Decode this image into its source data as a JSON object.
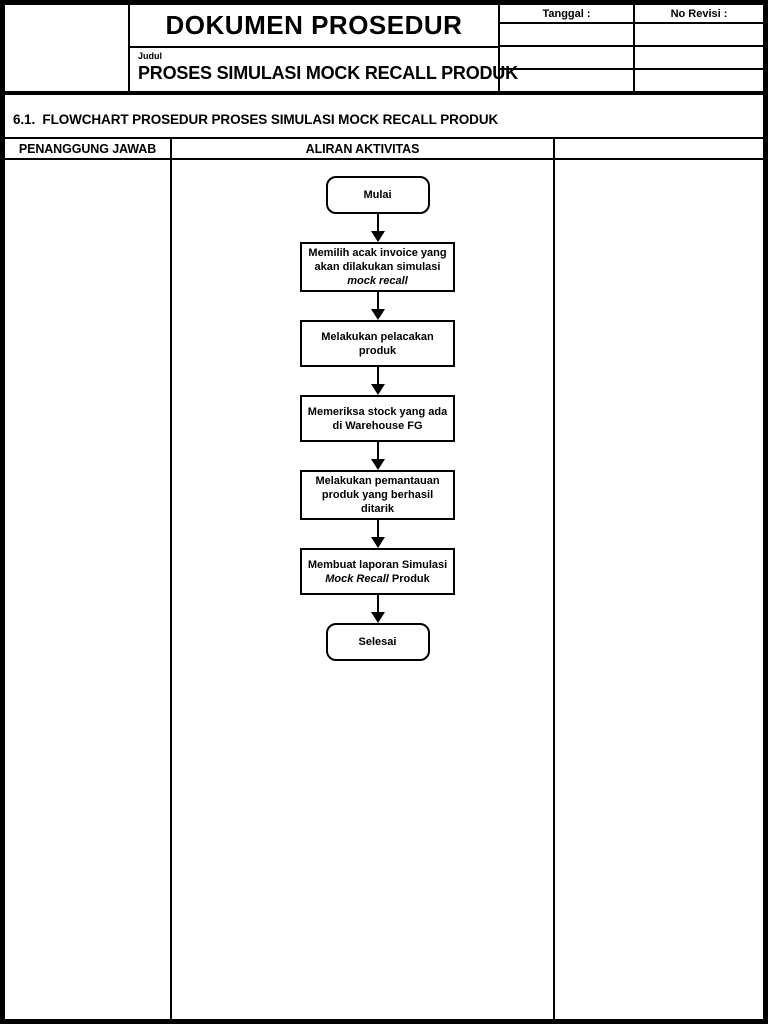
{
  "document": {
    "title": "DOKUMEN PROSEDUR",
    "judul_label": "Judul",
    "judul_value": "PROSES SIMULASI MOCK RECALL PRODUK",
    "tanggal_label": "Tanggal :",
    "no_revisi_label": "No Revisi :",
    "revision_rows": 3
  },
  "section": {
    "heading": "6.1.  FLOWCHART PROSEDUR PROSES SIMULASI MOCK RECALL PRODUK"
  },
  "table": {
    "columns": [
      {
        "header": "PENANGGUNG JAWAB"
      },
      {
        "header": "ALIRAN AKTIVITAS"
      },
      {
        "header": ""
      }
    ]
  },
  "flowchart": {
    "nodes": [
      {
        "shape": "terminator",
        "lines": [
          [
            {
              "text": "Mulai",
              "italic": false
            }
          ]
        ]
      },
      {
        "shape": "process",
        "lines": [
          [
            {
              "text": "Memilih acak invoice yang",
              "italic": false
            }
          ],
          [
            {
              "text": "akan dilakukan simulasi",
              "italic": false
            }
          ],
          [
            {
              "text": "mock recall",
              "italic": true
            }
          ]
        ]
      },
      {
        "shape": "process",
        "lines": [
          [
            {
              "text": "Melakukan pelacakan",
              "italic": false
            }
          ],
          [
            {
              "text": "produk",
              "italic": false
            }
          ]
        ]
      },
      {
        "shape": "process",
        "lines": [
          [
            {
              "text": "Memeriksa stock yang ada",
              "italic": false
            }
          ],
          [
            {
              "text": "di Warehouse FG",
              "italic": false
            }
          ]
        ]
      },
      {
        "shape": "process",
        "lines": [
          [
            {
              "text": "Melakukan pemantauan",
              "italic": false
            }
          ],
          [
            {
              "text": "produk yang berhasil",
              "italic": false
            }
          ],
          [
            {
              "text": "ditarik",
              "italic": false
            }
          ]
        ]
      },
      {
        "shape": "process",
        "lines": [
          [
            {
              "text": "Membuat laporan Simulasi",
              "italic": false
            }
          ],
          [
            {
              "text": "Mock Recall",
              "italic": true
            },
            {
              "text": " Produk",
              "italic": false
            }
          ]
        ]
      },
      {
        "shape": "terminator",
        "lines": [
          [
            {
              "text": "Selesai",
              "italic": false
            }
          ]
        ]
      }
    ]
  },
  "colors": {
    "border": "#000000",
    "background": "#ffffff",
    "text": "#000000"
  }
}
